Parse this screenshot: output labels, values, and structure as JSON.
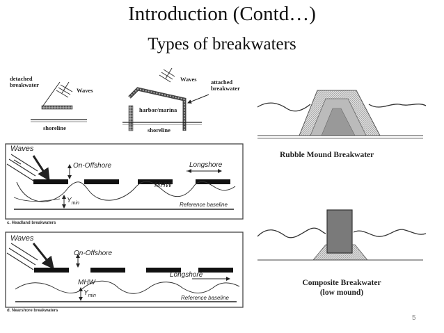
{
  "slide": {
    "title": "Introduction (Contd…)",
    "subtitle": "Types of breakwaters",
    "page_number": "5"
  },
  "fig_detached": {
    "label_line1": "detached",
    "label_line2": "breakwater",
    "waves": "Waves",
    "shoreline": "shoreline"
  },
  "fig_attached": {
    "waves": "Waves",
    "label_line1": "attached",
    "label_line2": "breakwater",
    "harbor": "harbor/marina",
    "shoreline": "shoreline"
  },
  "fig_headland": {
    "waves": "Waves",
    "on_offshore": "On-Offshore",
    "longshore": "Longshore",
    "mhw": "MHW",
    "ymin": "Y",
    "ymin_sub": "min",
    "baseline": "Reference baseline",
    "caption": "c.  Headland breakwaters"
  },
  "fig_nearshore": {
    "waves": "Waves",
    "on_offshore": "On-Offshore",
    "longshore": "Longshore",
    "mhw": "MHW",
    "ymin": "Y",
    "ymin_sub": "min",
    "baseline": "Reference baseline",
    "caption": "d.  Nearshore breakwaters"
  },
  "fig_rubble": {
    "title": "Rubble Mound Breakwater"
  },
  "fig_composite": {
    "title_line1": "Composite Breakwater",
    "title_line2": "(low mound)"
  }
}
